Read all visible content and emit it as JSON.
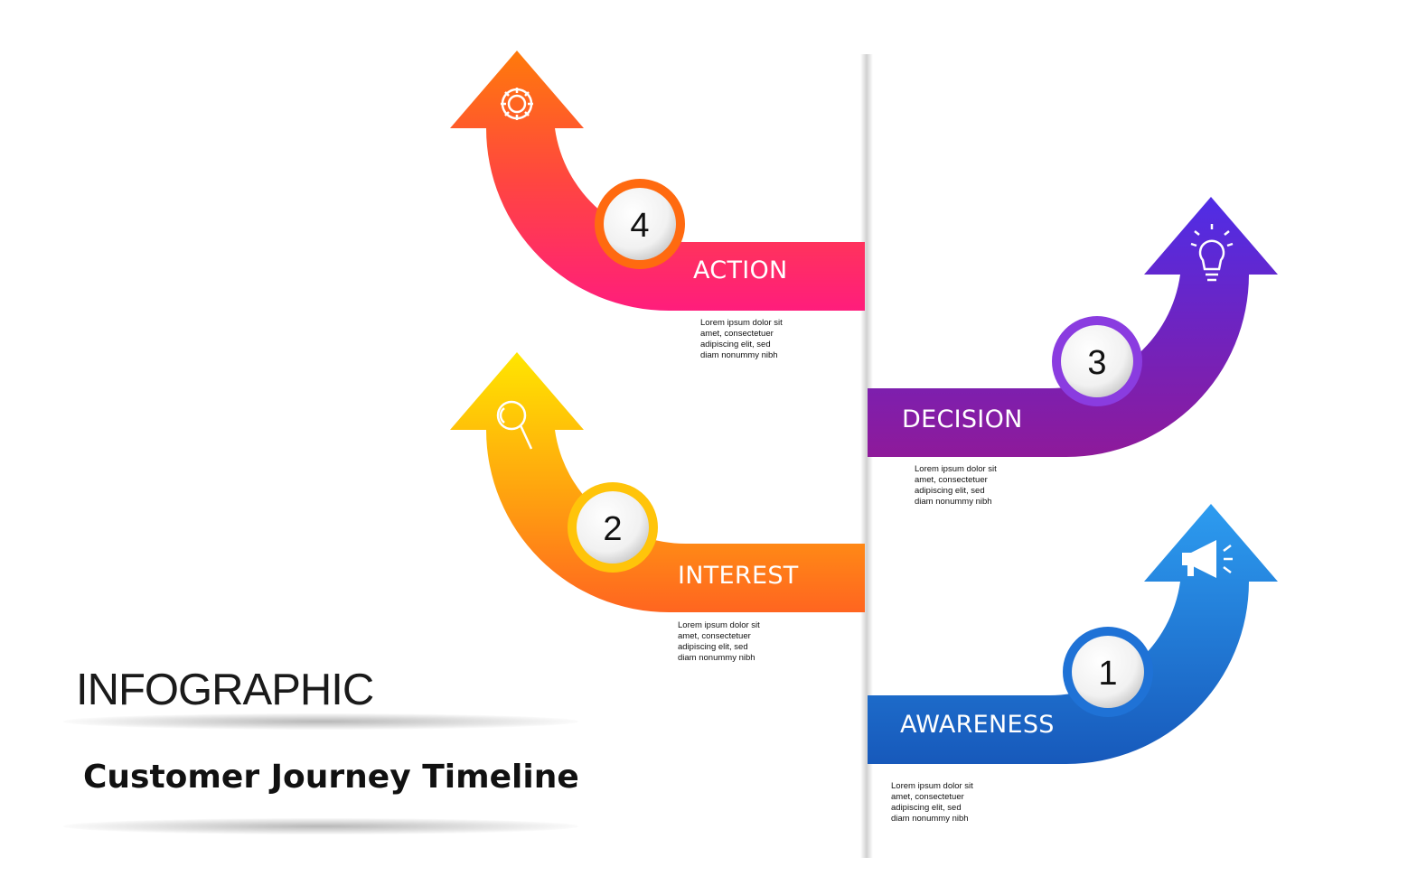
{
  "heading": "INFOGRAPHIC",
  "subtitle": "Customer Journey Timeline",
  "steps": [
    {
      "number": "1",
      "label": "AWARENESS",
      "icon": "megaphone-icon",
      "color_top": "#2a8fe6",
      "color_bottom": "#1863c3",
      "description": [
        "Lorem ipsum dolor sit",
        "amet, consectetuer",
        "adipiscing elit, sed",
        "diam nonummy nibh"
      ]
    },
    {
      "number": "2",
      "label": "INTEREST",
      "icon": "magnifier-icon",
      "color_top": "#ffd400",
      "color_bottom": "#ff6a1a",
      "description": [
        "Lorem ipsum dolor sit",
        "amet, consectetuer",
        "adipiscing elit, sed",
        "diam nonummy nibh"
      ]
    },
    {
      "number": "3",
      "label": "DECISION",
      "icon": "lightbulb-icon",
      "color_top": "#5a28d8",
      "color_bottom": "#8a1a9e",
      "description": [
        "Lorem ipsum dolor sit",
        "amet, consectetuer",
        "adipiscing elit, sed",
        "diam nonummy nibh"
      ]
    },
    {
      "number": "4",
      "label": "ACTION",
      "icon": "gear-icon",
      "color_top": "#ff6a12",
      "color_bottom": "#ff1f78",
      "description": [
        "Lorem ipsum dolor sit",
        "amet, consectetuer",
        "adipiscing elit, sed",
        "diam nonummy nibh"
      ]
    }
  ]
}
